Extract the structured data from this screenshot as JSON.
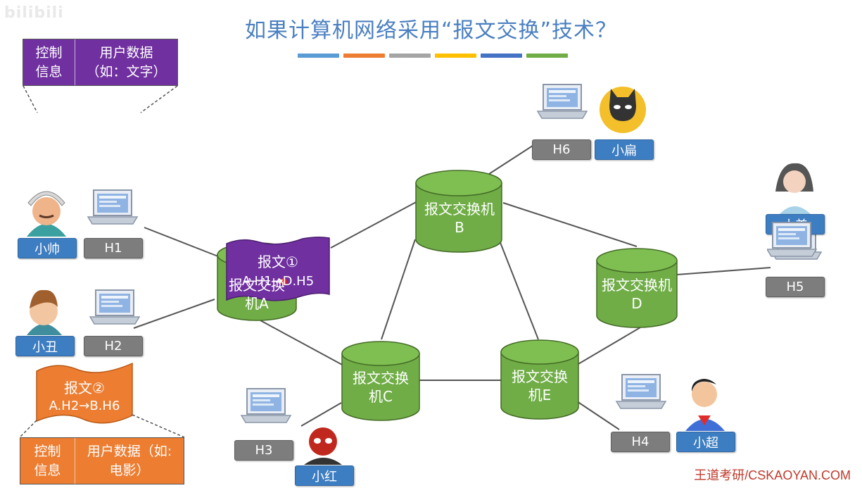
{
  "title": "如果计算机网络采用“报文交换”技术？",
  "watermark": "bilibili",
  "brand": "王道考研/CSKAOYAN.COM",
  "stripe_colors": [
    "#5b9bd5",
    "#ed7d31",
    "#a5a5a5",
    "#ffc000",
    "#4472c4",
    "#70ad47"
  ],
  "switches": {
    "A": "报文交换机A",
    "B": "报文交换机B",
    "C": "报文交换机C",
    "D": "报文交换机D",
    "E": "报文交换机E"
  },
  "hosts": {
    "h1": "H1",
    "h2": "H2",
    "h3": "H3",
    "h4": "H4",
    "h5": "H5",
    "h6": "H6"
  },
  "users": {
    "u1": "小帅",
    "u2": "小丑",
    "u3": "小红",
    "u4": "小超",
    "u5": "小美",
    "u6": "小扁"
  },
  "packet1": {
    "name": "报文①",
    "route": "A.H1→D.H5",
    "ctrl": "控制信息",
    "data": "用户数据（如：文字）",
    "color": "#7030a0"
  },
  "packet2": {
    "name": "报文②",
    "route": "A.H2→B.H6",
    "ctrl": "控制信息",
    "data": "用户数据（如:电影）",
    "color": "#ed7d31"
  },
  "colors": {
    "switch": "#70ad47",
    "host_label": "#7d7d7d",
    "user_label": "#3d7dc1"
  }
}
